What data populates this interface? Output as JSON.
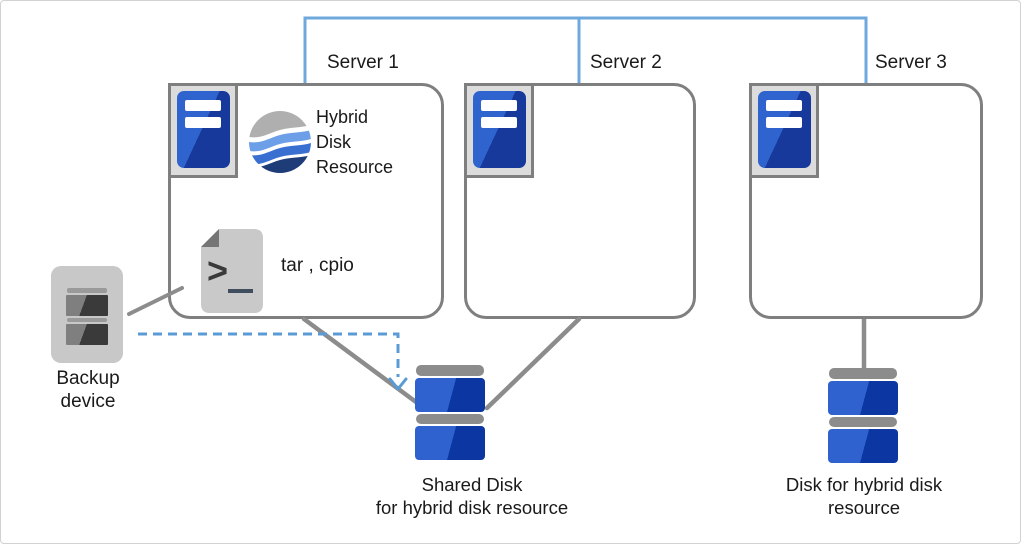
{
  "servers": [
    {
      "label": "Server 1"
    },
    {
      "label": "Server 2"
    },
    {
      "label": "Server 3"
    }
  ],
  "server1": {
    "resource_label": {
      "line1": "Hybrid",
      "line2": "Disk",
      "line3": "Resource"
    },
    "tools_label": "tar , cpio"
  },
  "backup_device": {
    "line1": "Backup",
    "line2": "device"
  },
  "shared_disk": {
    "line1": "Shared Disk",
    "line2": "for hybrid disk resource"
  },
  "hybrid_disk": {
    "line1": "Disk for hybrid disk",
    "line2": "resource"
  },
  "icons": {
    "server": "server-tower-icon",
    "hybrid_resource": "hybrid-disk-resource-wave-icon",
    "shell_file": "shell-script-file-icon",
    "backup": "backup-tape-device-icon",
    "disk": "disk-stack-icon"
  },
  "colors": {
    "link_blue": "#6FA8DC",
    "dashed_arrow_blue": "#5B9BD5",
    "box_border_gray": "#7F7F7F",
    "connector_gray": "#8C8C8C",
    "server_blue_light": "#2F64CE",
    "server_blue_dark": "#16399B",
    "disk_blue_light": "#2F62CF",
    "disk_blue_dark": "#0C37A3",
    "device_gray": "#C8C8C8",
    "wave_gray": "#AFAFAF",
    "wave_light_blue": "#6D9EE8",
    "wave_mid_blue": "#3A6FD2",
    "wave_dark_blue": "#1E3C78",
    "text": "#1A1A1A"
  }
}
